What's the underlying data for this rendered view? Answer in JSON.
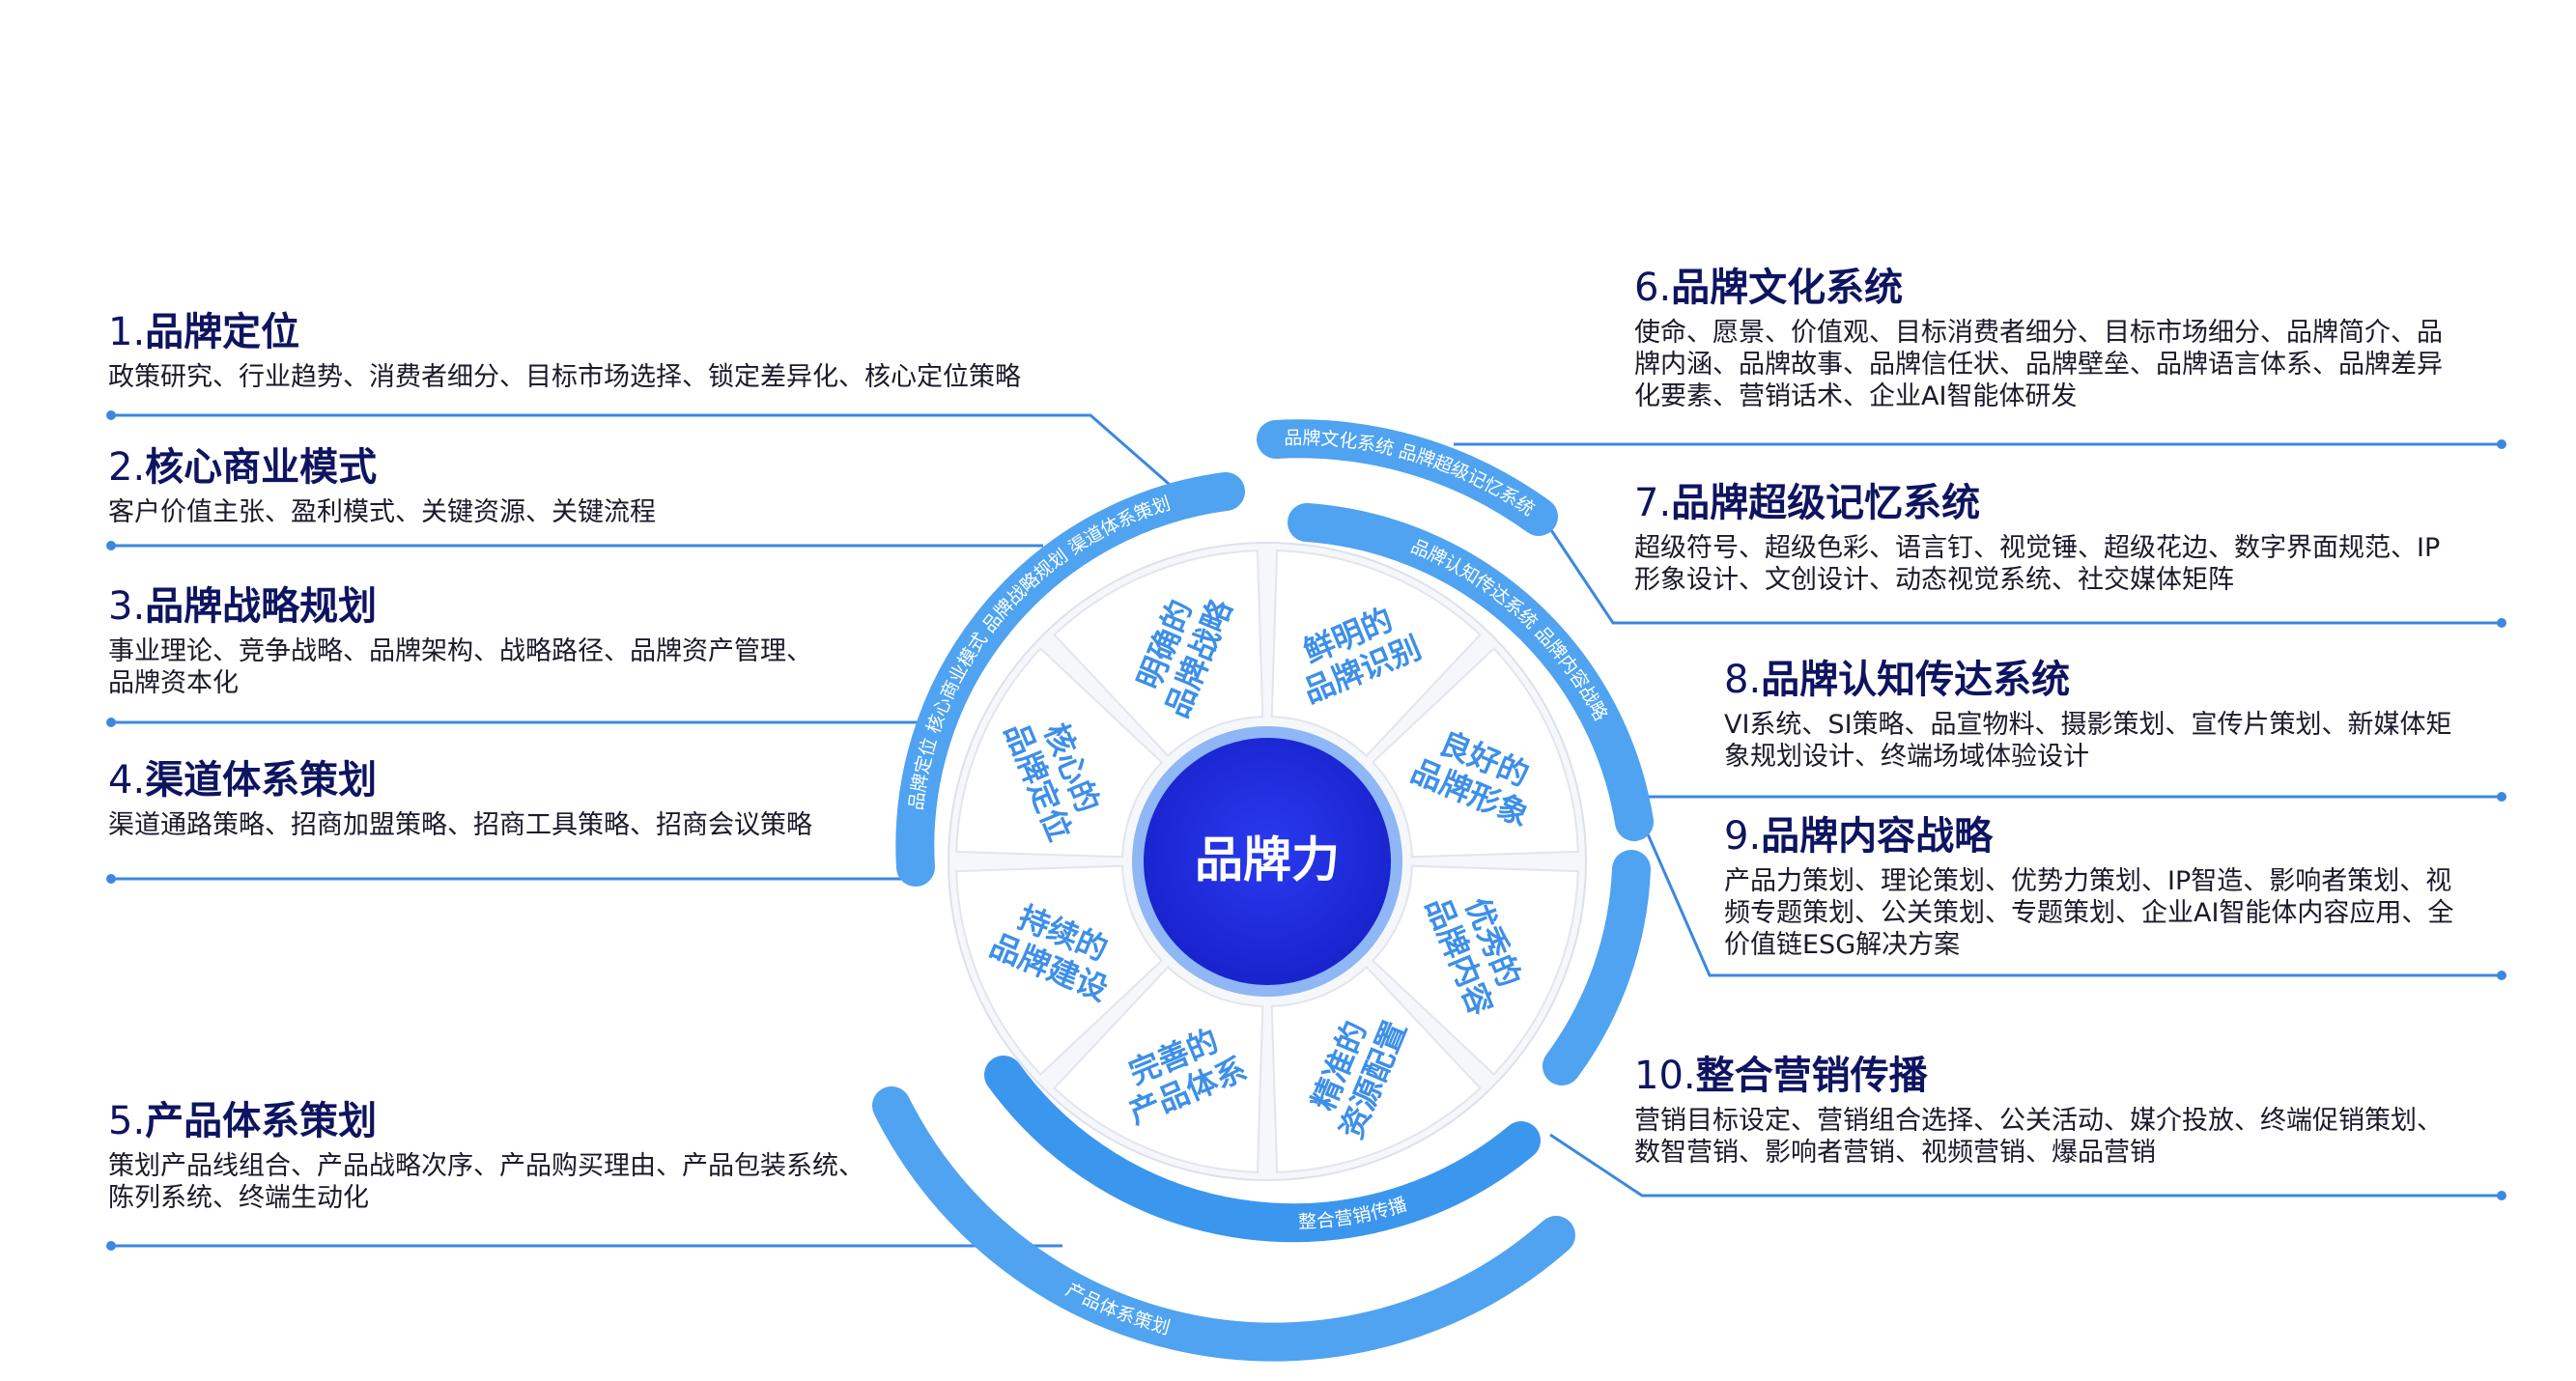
{
  "center": {
    "label": "品牌力"
  },
  "inner_segments": [
    {
      "line1": "明确的",
      "line2": "品牌战略"
    },
    {
      "line1": "鲜明的",
      "line2": "品牌识别"
    },
    {
      "line1": "良好的",
      "line2": "品牌形象"
    },
    {
      "line1": "优秀的",
      "line2": "品牌内容"
    },
    {
      "line1": "精准的",
      "line2": "资源配置"
    },
    {
      "line1": "完善的",
      "line2": "产品体系"
    },
    {
      "line1": "持续的",
      "line2": "品牌建设"
    },
    {
      "line1": "核心的",
      "line2": "品牌定位"
    }
  ],
  "arc_labels": {
    "left_arc": "品牌定位  核心商业模式  品牌战略规划  渠道体系策划",
    "top_right_arc": "品牌文化系统  品牌超级记忆系统",
    "right_arc": "品牌认知传达系统  品牌内容战略",
    "bottom_inner_arc": "整合营销传播",
    "bottom_outer_arc": "产品体系策划"
  },
  "sections": [
    {
      "num": "1.",
      "title": "品牌定位",
      "desc": [
        "政策研究、行业趋势、消费者细分、目标市场选择、锁定差异化、核心定位策略"
      ]
    },
    {
      "num": "2.",
      "title": "核心商业模式",
      "desc": [
        "客户价值主张、盈利模式、关键资源、关键流程"
      ]
    },
    {
      "num": "3.",
      "title": "品牌战略规划",
      "desc": [
        "事业理论、竞争战略、品牌架构、战略路径、品牌资产管理、",
        "品牌资本化"
      ]
    },
    {
      "num": "4.",
      "title": "渠道体系策划",
      "desc": [
        "渠道通路策略、招商加盟策略、招商工具策略、招商会议策略"
      ]
    },
    {
      "num": "5.",
      "title": "产品体系策划",
      "desc": [
        "策划产品线组合、产品战略次序、产品购买理由、产品包装系统、",
        "陈列系统、终端生动化"
      ]
    },
    {
      "num": "6.",
      "title": "品牌文化系统",
      "desc": [
        "使命、愿景、价值观、目标消费者细分、目标市场细分、品牌简介、品",
        "牌内涵、品牌故事、品牌信任状、品牌壁垒、品牌语言体系、品牌差异",
        "化要素、营销话术、企业AI智能体研发"
      ]
    },
    {
      "num": "7.",
      "title": "品牌超级记忆系统",
      "desc": [
        "超级符号、超级色彩、语言钉、视觉锤、超级花边、数字界面规范、IP",
        "形象设计、文创设计、动态视觉系统、社交媒体矩阵"
      ]
    },
    {
      "num": "8.",
      "title": "品牌认知传达系统",
      "desc": [
        "VI系统、SI策略、品宣物料、摄影策划、宣传片策划、新媒体矩",
        "象规划设计、终端场域体验设计"
      ]
    },
    {
      "num": "9.",
      "title": "品牌内容战略",
      "desc": [
        "产品力策划、理论策划、优势力策划、IP智造、影响者策划、视",
        "频专题策划、公关策划、专题策划、企业AI智能体内容应用、全",
        "价值链ESG解决方案"
      ]
    },
    {
      "num": "10.",
      "title": "整合营销传播",
      "desc": [
        "营销目标设定、营销组合选择、公关活动、媒介投放、终端促销策划、",
        "数智营销、影响者营销、视频营销、爆品营销"
      ]
    }
  ],
  "colors": {
    "arc_blue": "#4fa3f0",
    "center_blue": "#1f2fe6",
    "center_ring": "#8fb6f5",
    "segment_text": "#3d8fe8",
    "title_navy": "#0f1460",
    "leader_line": "#3b88e0"
  }
}
